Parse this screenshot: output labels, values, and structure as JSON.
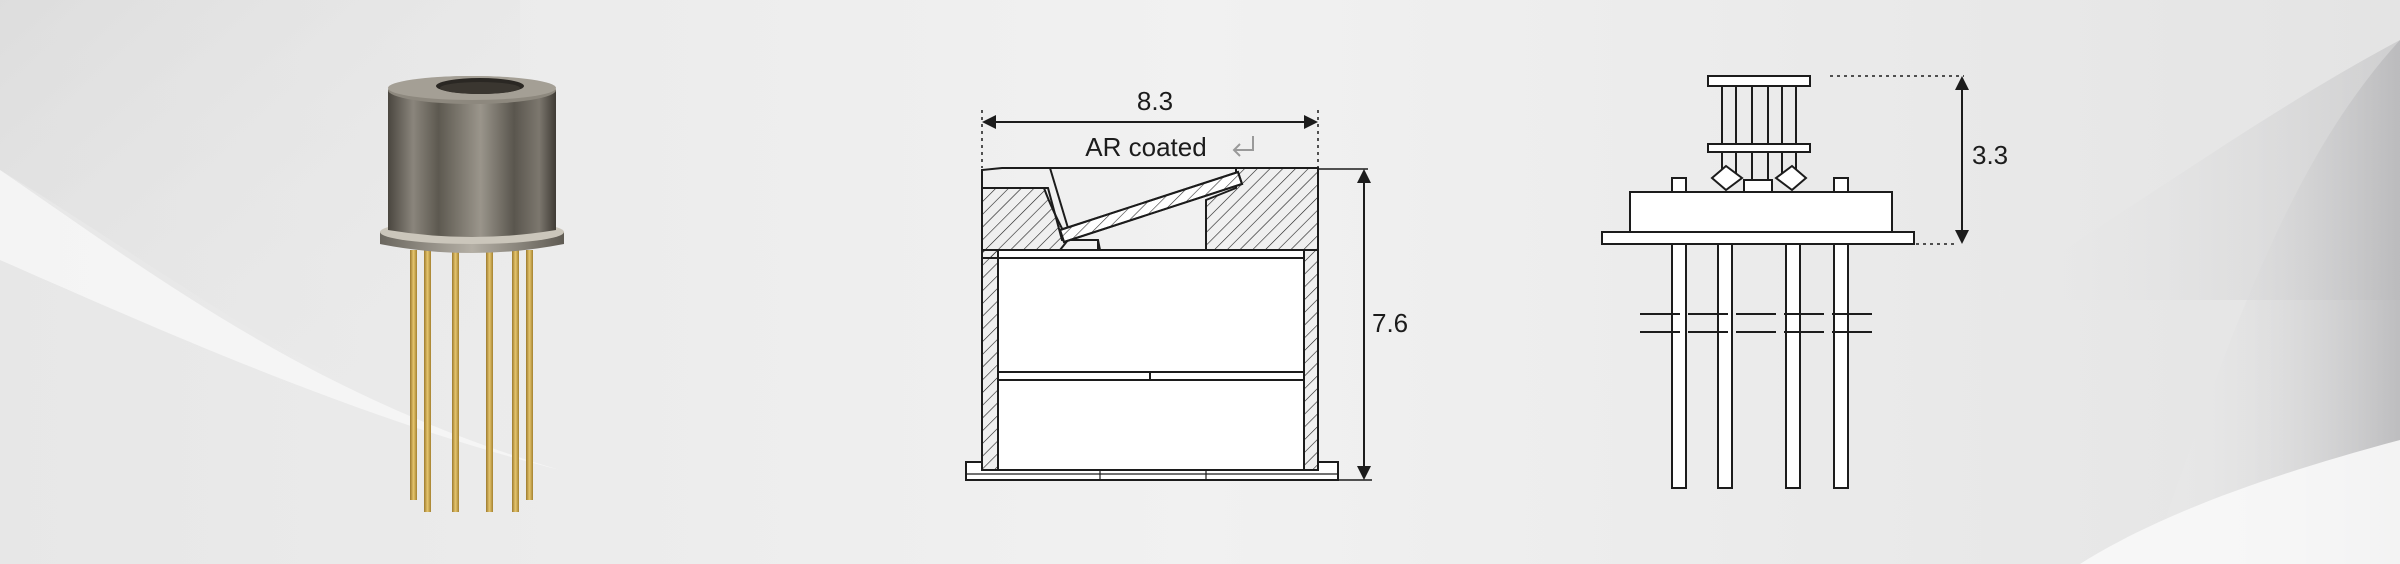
{
  "product": {
    "image_alt": "TO-can package with gold pins"
  },
  "cross_section": {
    "width_label": "8.3",
    "height_label": "7.6",
    "window_label": "AR coated"
  },
  "side_view": {
    "height_label": "3.3"
  },
  "colors": {
    "background": "#ededed",
    "line": "#1c1c1c",
    "gold_pin": "#c9a24a",
    "metal_cap": "#6b665d"
  }
}
